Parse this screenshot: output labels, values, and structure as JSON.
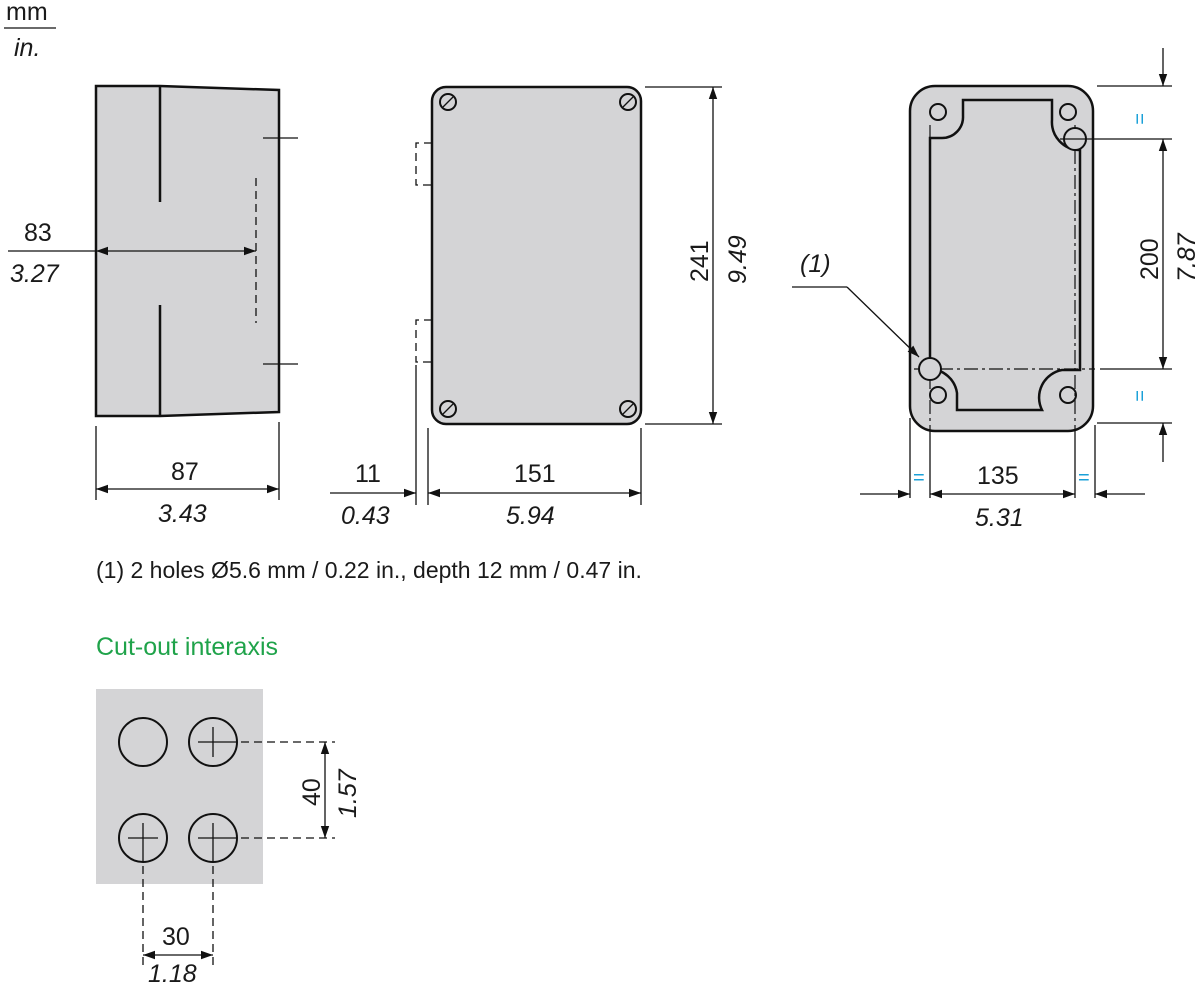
{
  "units": {
    "top": "mm",
    "bottom": "in."
  },
  "side_view": {
    "depth_inner": {
      "mm": "83",
      "in": "3.27"
    },
    "depth_total": {
      "mm": "87",
      "in": "3.43"
    }
  },
  "front_view": {
    "lid_offset": {
      "mm": "11",
      "in": "0.43"
    },
    "width": {
      "mm": "151",
      "in": "5.94"
    },
    "height": {
      "mm": "241",
      "in": "9.49"
    }
  },
  "back_view": {
    "callout": "(1)",
    "hole_spacing_h": {
      "mm": "135",
      "in": "5.31"
    },
    "hole_spacing_v": {
      "mm": "200",
      "in": "7.87"
    },
    "equal_mark": "="
  },
  "note": "(1) 2 holes Ø5.6 mm / 0.22 in., depth 12 mm / 0.47 in.",
  "cutout": {
    "title": "Cut-out interaxis",
    "title_color": "#1fa34a",
    "vertical": {
      "mm": "40",
      "in": "1.57"
    },
    "horizontal": {
      "mm": "30",
      "in": "1.18"
    }
  }
}
